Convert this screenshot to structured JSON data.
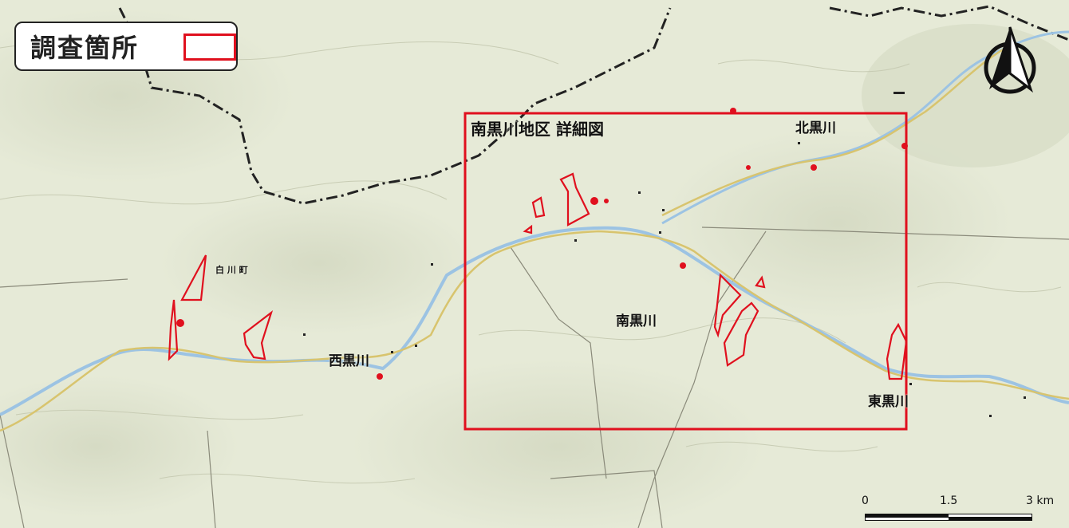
{
  "legend": {
    "label": "調査箇所",
    "swatch_color": "#e0101e"
  },
  "detail_box": {
    "label": "南黒川地区 詳細図",
    "border_color": "#e0101e"
  },
  "place_labels": {
    "kitakurokawa": "北黒川",
    "minamikurokawa": "南黒川",
    "nishikurokawa": "西黒川",
    "higashikurokawa": "東黒川",
    "shirakawa": "白 川 町"
  },
  "scale_bar": {
    "ticks": [
      "0",
      "1.5",
      "3 km"
    ]
  },
  "north_arrow": {
    "icon": "north-arrow-icon"
  },
  "colors": {
    "survey_site": "#e0101e",
    "river": "#9cc3e3",
    "road": "#d8c46e",
    "boundary": "#222222",
    "land": "#e6ead7"
  }
}
